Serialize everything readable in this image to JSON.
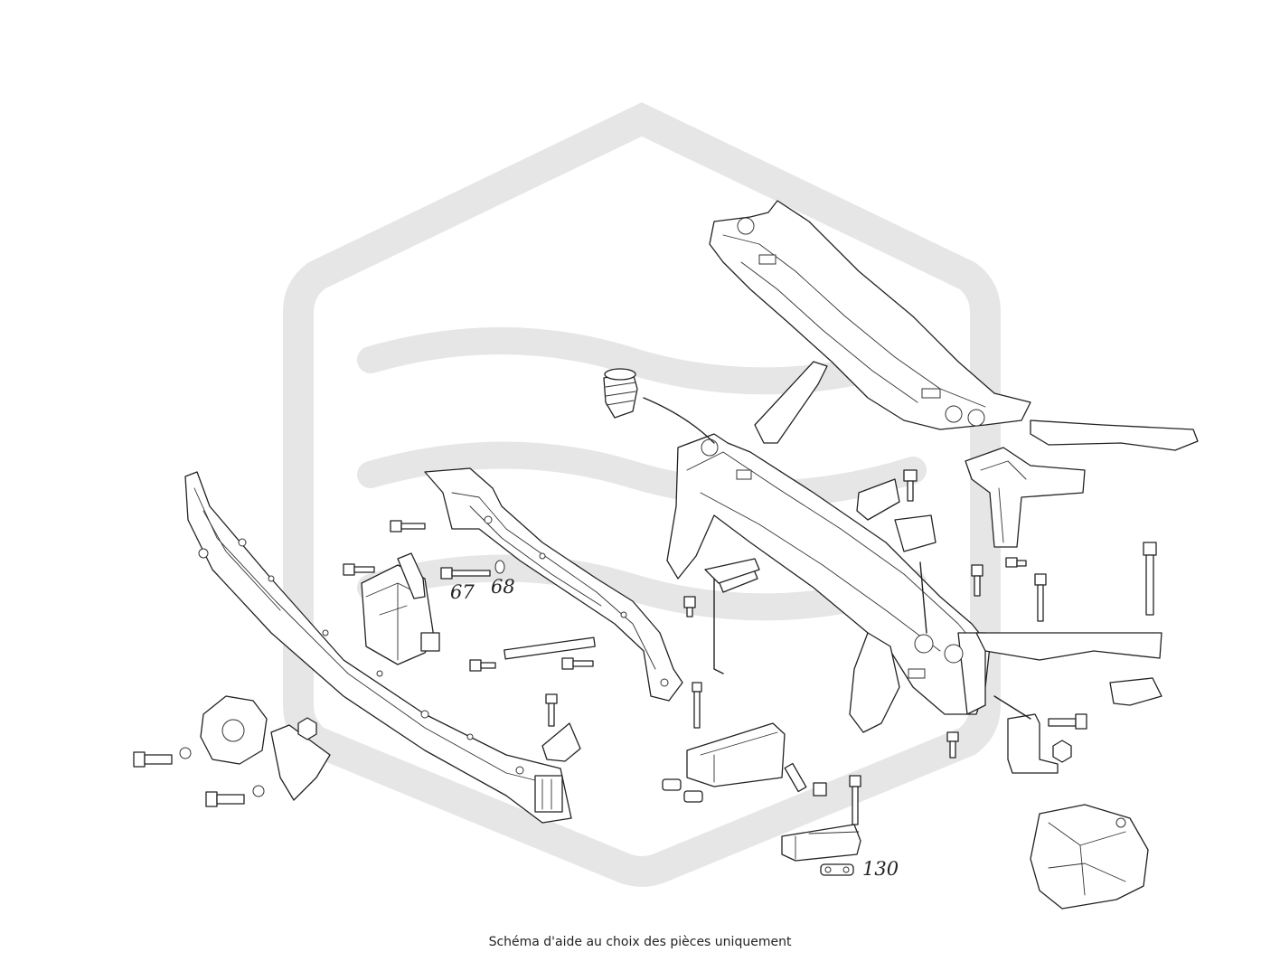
{
  "watermark": {
    "color": "#e6e6e6"
  },
  "callouts": [
    "67",
    "68",
    "130"
  ],
  "caption": "Schéma d'aide au choix des pièces uniquement",
  "colors": {
    "line": "#222222",
    "background": "#ffffff"
  }
}
